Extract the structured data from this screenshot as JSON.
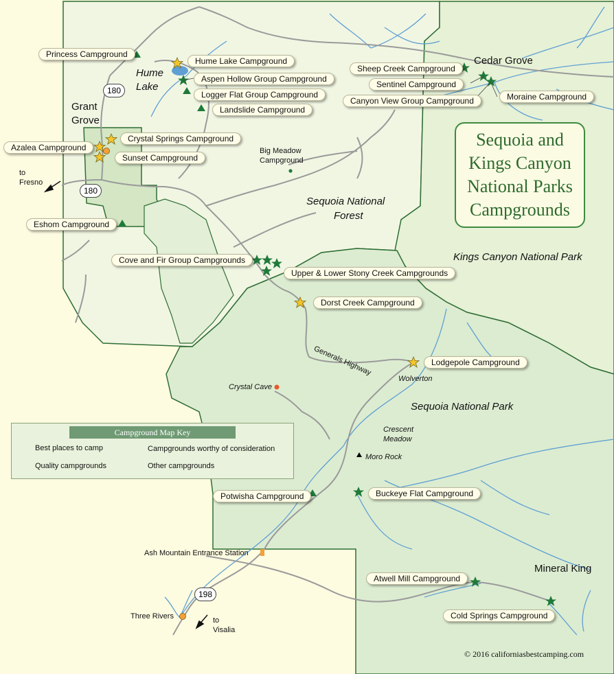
{
  "title_lines": [
    "Sequoia and",
    "Kings Canyon",
    "National Parks",
    "Campgrounds"
  ],
  "colors": {
    "outside": "#fdfbe0",
    "national_forest": "#f1f6e3",
    "sequoia_park": "#dcecd1",
    "kings_canyon_park": "#e6f1d6",
    "grant_grove": "#d4e6c4",
    "roads": "#9a9a9a",
    "rivers": "#5f9fd3",
    "boundary": "#2f6e34",
    "star_best": "#f6c52b",
    "star_quality": "#1f7a3a",
    "triangle": "#1f7a3a",
    "dot_other": "#1f7a3a",
    "dot_town": "#f2a13a",
    "dot_crystal": "#e85a2a"
  },
  "regions": {
    "kings_canyon": "Kings Canyon National Park",
    "sequoia_forest_line1": "Sequoia National",
    "sequoia_forest_line2": "Forest",
    "sequoia_park": "Sequoia National Park"
  },
  "places": {
    "cedar_grove": "Cedar Grove",
    "grant_grove_line1": "Grant",
    "grant_grove_line2": "Grove",
    "hume_lake_line1": "Hume",
    "hume_lake_line2": "Lake",
    "mineral_king": "Mineral King",
    "to_fresno_line1": "to",
    "to_fresno_line2": "Fresno",
    "to_visalia_line1": "to",
    "to_visalia_line2": "Visalia",
    "three_rivers": "Three Rivers",
    "ash_mountain": "Ash Mountain  Entrance Station",
    "crystal_cave": "Crystal Cave",
    "crescent_meadow_line1": "Crescent",
    "crescent_meadow_line2": "Meadow",
    "moro_rock": "Moro Rock",
    "wolverton": "Wolverton",
    "big_meadow_line1": "Big Meadow",
    "big_meadow_line2": "Campground",
    "generals_highway": "Generals Highway"
  },
  "highways": {
    "h180_north": "180",
    "h180_west": "180",
    "h198": "198"
  },
  "campgrounds": {
    "princess": "Princess Campground",
    "hume_lake": "Hume Lake Campground",
    "aspen_hollow": "Aspen Hollow Group Campground",
    "logger_flat": "Logger Flat Group Campground",
    "landslide": "Landslide Campground",
    "crystal_springs": "Crystal Springs Campground",
    "azalea": "Azalea Campground",
    "sunset": "Sunset Campground",
    "eshom": "Eshom Campground",
    "cove_and_fir": "Cove and Fir Group Campgrounds",
    "stony_creek": "Upper & Lower Stony Creek Campgrounds",
    "dorst_creek": "Dorst Creek Campground",
    "lodgepole": "Lodgepole Campground",
    "sheep_creek": "Sheep Creek Campground",
    "sentinel": "Sentinel Campground",
    "canyon_view": "Canyon View Group Campground",
    "moraine": "Moraine Campground",
    "potwisha": "Potwisha Campground",
    "buckeye_flat": "Buckeye Flat Campground",
    "atwell_mill": "Atwell Mill Campground",
    "cold_springs": "Cold Springs Campground"
  },
  "legend": {
    "title": "Campground Map Key",
    "best": "Best places to camp",
    "quality": "Quality campgrounds",
    "worthy": "Campgrounds worthy of consideration",
    "other": "Other campgrounds"
  },
  "copyright": "© 2016 californiasbestcamping.com",
  "icons": [
    "star-best-icon",
    "star-quality-icon",
    "triangle-icon",
    "dot-icon",
    "arrow-icon",
    "lake-icon",
    "entrance-marker-icon",
    "peak-icon"
  ]
}
